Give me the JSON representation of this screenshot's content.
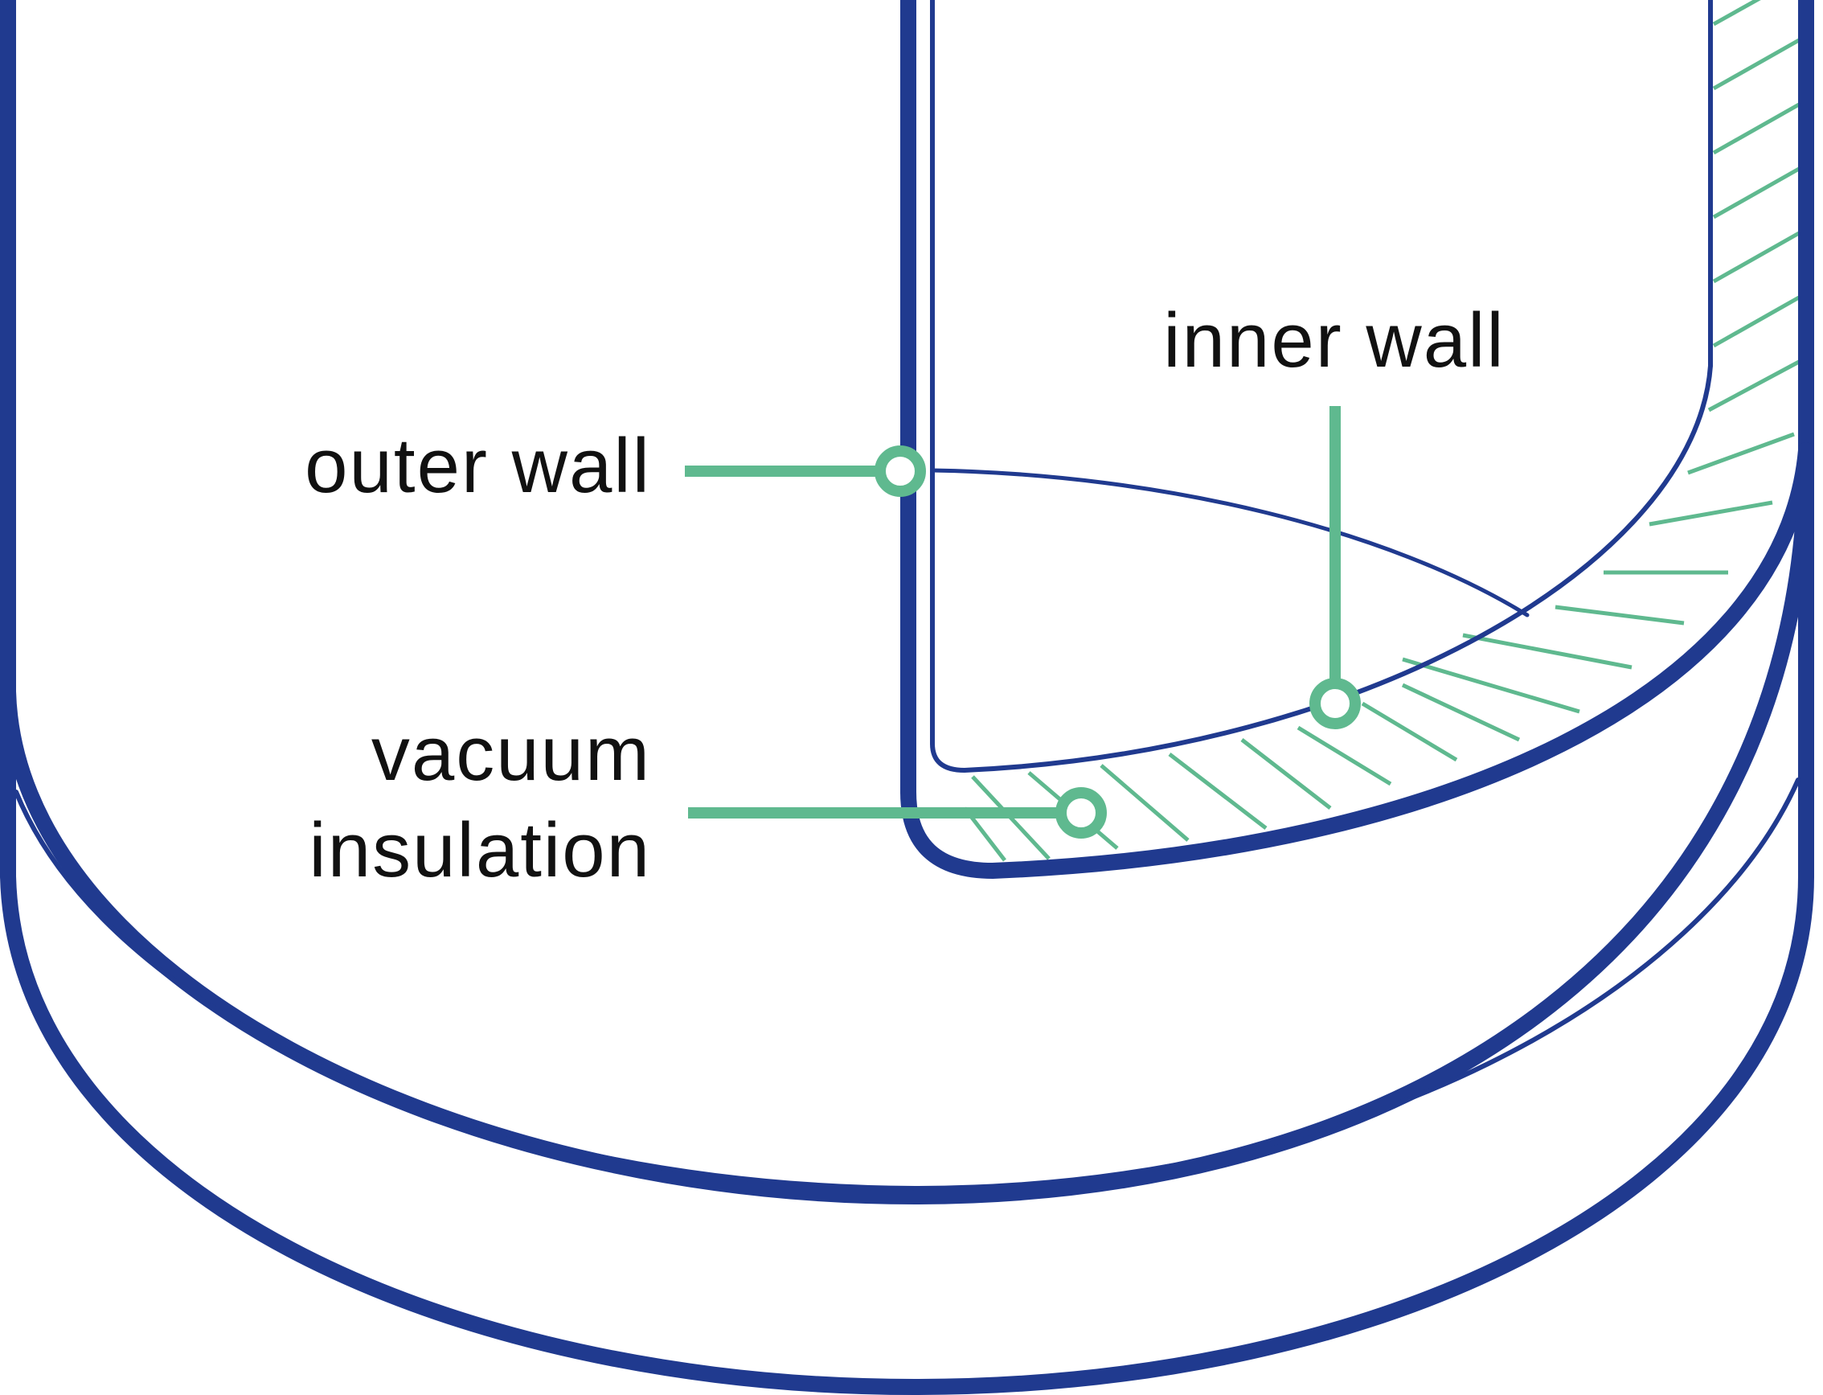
{
  "colors": {
    "wall": "#203a8f",
    "insulation": "#5fb98f",
    "text": "#111111",
    "background": "#ffffff"
  },
  "labels": {
    "outer_wall": "outer wall",
    "inner_wall": "inner wall",
    "vacuum_line1": "vacuum",
    "vacuum_line2": "insulation"
  },
  "callouts": [
    {
      "name": "outer-wall",
      "marker": "ring"
    },
    {
      "name": "inner-wall",
      "marker": "ring"
    },
    {
      "name": "vacuum-insulation",
      "marker": "ring"
    }
  ]
}
